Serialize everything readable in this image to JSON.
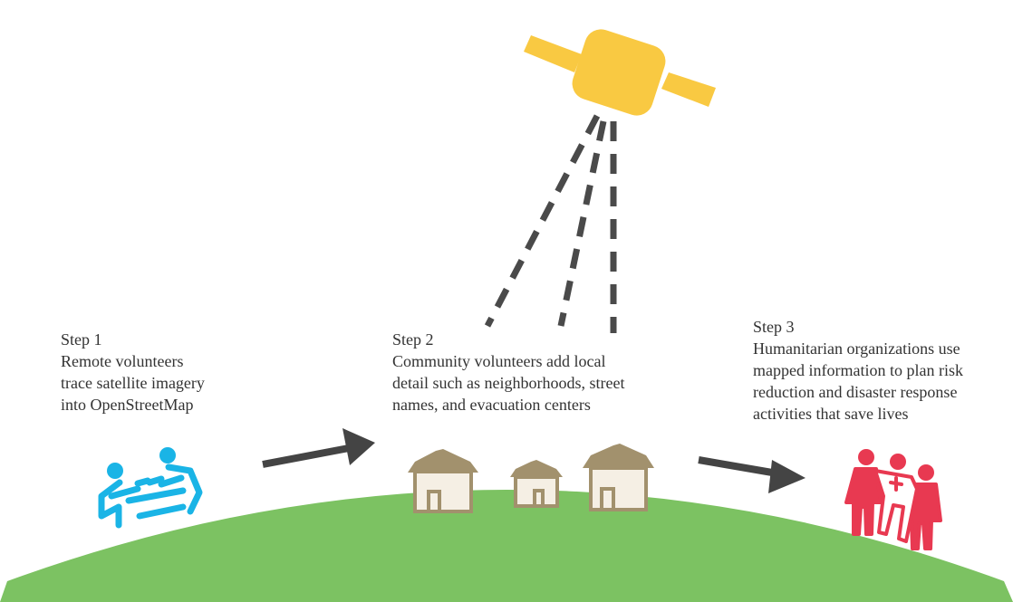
{
  "steps": [
    {
      "title": "Step 1",
      "text": "Remote volunteers\ntrace satellite imagery\ninto OpenStreetMap"
    },
    {
      "title": "Step 2",
      "text": "Community volunteers add local\ndetail such as neighborhoods, street\nnames, and evacuation centers"
    },
    {
      "title": "Step 3",
      "text": "Humanitarian organizations use\nmapped information to plan risk\nreduction and disaster response\nactivities that save lives"
    }
  ],
  "colors": {
    "ground": "#7cc262",
    "satellite": "#f9c942",
    "signal": "#4a4a4a",
    "arrow": "#444444",
    "volunteers": "#1ab4e6",
    "hut_roof": "#a2916d",
    "hut_wall": "#f5efe4",
    "responders": "#e83951"
  },
  "icons": {
    "satellite": "satellite-icon",
    "signal": "signal-beam-icon",
    "volunteers": "remote-volunteers-icon",
    "huts": "village-huts-icon",
    "responders": "humanitarian-responders-icon",
    "arrows": "arrow-right-icon"
  }
}
